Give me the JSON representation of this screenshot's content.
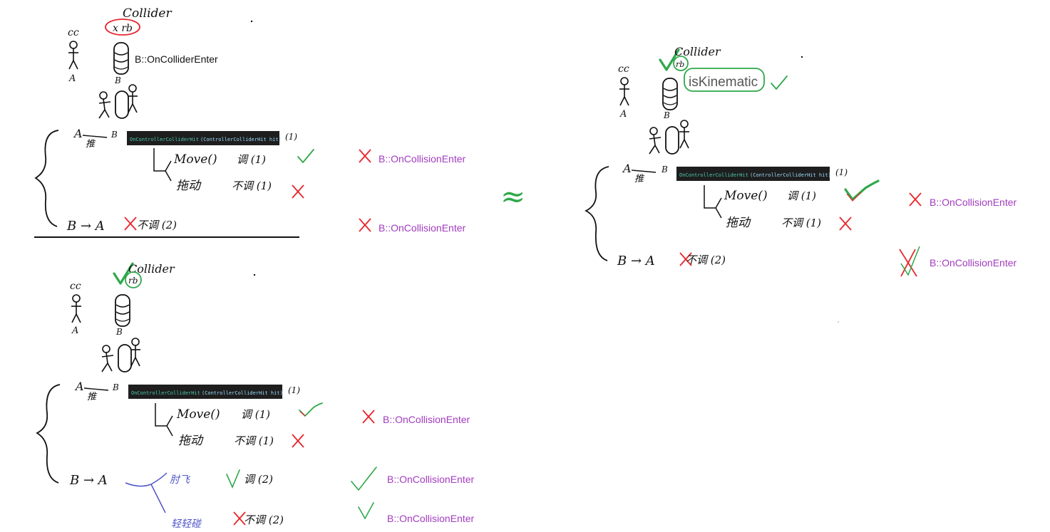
{
  "colors": {
    "ink": "#111111",
    "red": "#e8262c",
    "green": "#2fa84a",
    "purple": "#a23bbf",
    "blue": "#4f55c8",
    "code_bg": "#1e1e1e",
    "code_cyan": "#4ec9b0",
    "code_light": "#9cdcfe"
  },
  "panel1": {
    "collider_label": "Collider",
    "rb_label": "x rb",
    "cc_label": "cc",
    "a_label": "A",
    "b_label": "B",
    "on_collider_enter": "B::OnColliderEnter",
    "a_to_b": "A",
    "a_to_b_sub": "推",
    "a_to_b_target": "B",
    "code_method": "OnControllerColliderHit",
    "code_params": "(ControllerColliderHit hit)",
    "code_suffix": "(1)",
    "move_label": "Move()",
    "move_result": "调 (1)",
    "drag_label": "拖动",
    "drag_result": "不调 (1)",
    "b_to_a": "B → A",
    "b_to_a_result": "不调 (2)",
    "row1_collision": "B::OnCollisionEnter",
    "row2_collision": "B::OnCollisionEnter"
  },
  "panel2": {
    "collider_label": "Collider",
    "rb_label": "rb",
    "cc_label": "cc",
    "a_label": "A",
    "b_label": "B",
    "a_to_b": "A",
    "a_to_b_sub": "推",
    "a_to_b_target": "B",
    "code_method": "OnControllerColliderHit",
    "code_params": "(ControllerColliderHit hit)",
    "code_suffix": "(1)",
    "move_label": "Move()",
    "move_result": "调 (1)",
    "drag_label": "拖动",
    "drag_result": "不调 (1)",
    "b_to_a": "B → A",
    "fly_label": "肘飞",
    "fly_result": "调 (2)",
    "touch_label": "轻轻碰",
    "touch_result": "不调 (2)",
    "row1_collision": "B::OnCollisionEnter",
    "row2_collision": "B::OnCollisionEnter",
    "row3_collision": "B::OnCollisionEnter"
  },
  "panel3": {
    "collider_label": "Collider",
    "rb_label": "rb",
    "is_kinematic": "isKinematic",
    "cc_label": "cc",
    "a_label": "A",
    "b_label": "B",
    "a_to_b": "A",
    "a_to_b_sub": "推",
    "a_to_b_target": "B",
    "code_method": "OnControllerColliderHit",
    "code_params": "(ControllerColliderHit hit)",
    "code_suffix": "(1)",
    "move_label": "Move()",
    "move_result": "调 (1)",
    "drag_label": "拖动",
    "drag_result": "不调 (1)",
    "b_to_a": "B → A",
    "b_to_a_result": "不调 (2)",
    "row1_collision": "B::OnCollisionEnter",
    "row2_collision": "B::OnCollisionEnter"
  },
  "equiv_symbol": "≈"
}
